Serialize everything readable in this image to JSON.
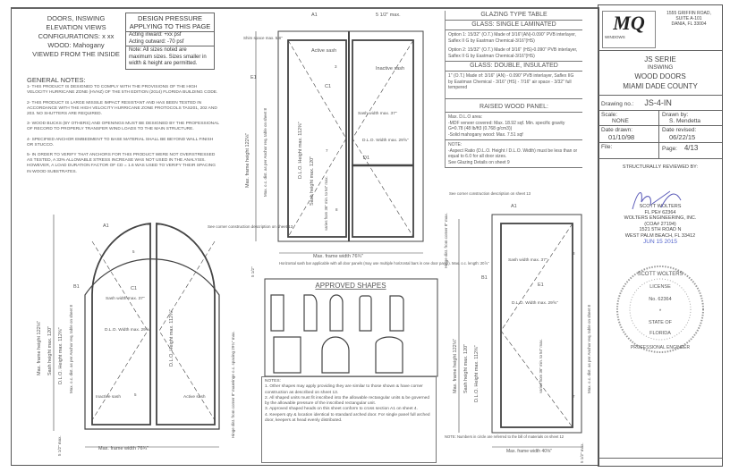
{
  "header": {
    "lines": [
      "DOORS, INSWING",
      "ELEVATION VIEWS",
      "CONFIGURATIONS: x xx",
      "WOOD: Mahogany",
      "VIEWED FROM THE INSIDE"
    ]
  },
  "design_pressure": {
    "title": "DESIGN PRESSURE APPLYING TO THIS PAGE",
    "inward": "Acting inward: +xx psf",
    "outward": "Acting outward: -70 psf",
    "note": "Note: All sizes noted are maximum sizes. Sizes smaller in width & height are permitted."
  },
  "general_notes": {
    "title": "GENERAL NOTES:",
    "items": [
      "1- THIS PRODUCT IS DESIGNED TO COMPLY WITH THE PROVISIONS OF THE HIGH VELOCITY HURRICANE ZONE (HVHZ) OF THE 5TH EDITION (2014) FLORIDA BUILDING CODE.",
      "2- THIS PRODUCT IS LARGE MISSILE IMPACT RESISTANT AND HAS BEEN TESTED IN ACCORDANCE WITH THE HIGH VELOCITY HURRICANE ZONE PROTOCOLS TAS201, 202 AND 203. NO SHUTTERS ARE REQUIRED.",
      "3- WOOD BUCKS (BY OTHERS) AND OPENINGS MUST BE DESIGNED BY THE PROFESSIONAL OF RECORD TO PROPERLY TRANSFER WIND LOADS TO THE MAIN STRUCTURE.",
      "4- SPECIFIED ANCHOR EMBEDMENT TO BASE MATERIAL SHALL BE BEYOND WALL FINISH OR STUCCO.",
      "5- IN ORDER TO VERIFY THAT ANCHORS FOR THIS PRODUCT WERE NOT OVERSTRESSED AS TESTED, A 33% ALLOWABLE STRESS INCREASE WAS NOT USED IN THE ANALYSIS. HOWEVER, A LOAD DURATION FACTOR OF CD = 1.6 WAS USED TO VERIFY THEIR SPACING IN WOOD SUBSTRATES."
    ]
  },
  "glazing_table": {
    "title": "GLAZING TYPE TABLE",
    "single_title": "GLASS: SINGLE LAMINATED",
    "option1": "Option 1: 15/32\" (O.T.) Made of 3/16\"(AN)-0.090\" PVB interlayer, Saflex II G by Eastman Chemical-3/16\"(HS)",
    "option2": "Option 2: 15/32\" (O.T.) Made of 3/16\" (HS)-0.090\" PVB interlayer, Saflex II G by Eastman Chemical-3/16\"(HS)",
    "double_title": "GLASS: DOUBLE, INSULATED",
    "double_desc": "1\" (O.T.) Made of: 3/16\" (AN) - 0.090\" PVB interlayer, Saflex IIG by Eastman Chemical - 3/16\" (HS) - 7/16\" air space - 3/32\" full tempered",
    "panel_title": "RAISED WOOD PANEL:",
    "panel_lines": [
      "Max. D.L.O area:",
      "-MDF veneer covered: Max. 18.92 sqf. Min. specific gravity G=0.78 (48 lb/ft3 (0.768 g/cm3))",
      "-Solid mahogany wood: Max. 7.51 sqf"
    ],
    "note_title": "NOTE:",
    "note_lines": [
      "-Aspect Ratio (D.L.O. Height / D.L.O. Width) must be less than or equal to 6.0 for all door sizes.",
      "See Glazing Details on sheet 9"
    ]
  },
  "title_block": {
    "address": [
      "1555 GRIFFIN ROAD,",
      "SUITE A-101",
      "DANIA, FL 33004"
    ],
    "logo_text": "MQ",
    "logo_sub": "WINDOWS",
    "title": [
      "JS SERIE",
      "INSWING",
      "WOOD DOORS",
      "MIAMI DADE COUNTY"
    ],
    "drawing_no_label": "Drawing no.:",
    "drawing_no": "JS-4-IN",
    "scale_label": "Scale:",
    "scale": "NONE",
    "drawn_by_label": "Drawn by:",
    "drawn_by": "S. Mendetta",
    "date_drawn_label": "Date drawn:",
    "date_drawn": "01/10/98",
    "date_revised_label": "Date revised:",
    "date_revised": "06/22/15",
    "file_label": "File:",
    "page_label": "Page:",
    "page": "4/13",
    "reviewed_label": "STRUCTURALLY REVIEWED BY:",
    "engineer": "SCOTT WOLTERS",
    "license": "FL PE# 62364",
    "company": "WOLTERS ENGINEERING, INC.",
    "coa": "(COA# 27194)",
    "street": "1521 5TH ROAD N",
    "city": "WEST PALM BEACH, FL 33412",
    "stamp_date": "JUN 15 2015",
    "seal_top": "SCOTT WOLTERS",
    "seal_license": "LICENSE",
    "seal_no": "No. 62364",
    "seal_state": "STATE OF",
    "seal_fl": "FLORIDA",
    "seal_bottom": "PROFESSIONAL ENGINEER"
  },
  "double_door": {
    "callouts": [
      "A1",
      "E1",
      "C1",
      "D1"
    ],
    "shim": "Shim space max. 5/8\"",
    "active": "Active sash",
    "inactive": "Inactive sash",
    "sash_width": "Sash width max. 37\"",
    "dlo_width": "D.L.O. Width max. 29⅝\"",
    "top_dim": "5 1/2\" max.",
    "frame_height": "Max. frame height 122⅛\"",
    "sash_height": "Sash height max. 120\"",
    "dlo_height": "D.L.O. Height max. 112⅜\"",
    "anchor": "Max. o.c. dist. as per Anchor req. table on sheet 8",
    "handle": "varies from 36\" min. to 54\" max.",
    "frame_width": "Max. frame width 76¾\"",
    "bar_note": "Horizontal sash bar applicable with all door panels (may use multiple horizontal bars in one door panel). Max. o.c. length: 20⅞\"",
    "parts": [
      "3",
      "7",
      "8"
    ]
  },
  "arched_door": {
    "callouts": [
      "A1",
      "B1",
      "C1"
    ],
    "corner_note": "See corner construction description on sheet 13",
    "sash_width": "Sash width max. 37\"",
    "dlo_width": "D.L.O. Width max. 29⅝\"",
    "frame_height": "Max. frame height 122⅛\"",
    "sash_height": "Sash height max. 120\"",
    "dlo_height": "D.L.O. Height max. 112⅜\"",
    "anchor": "Max. o.c. dist. as per Anchor req. table on sheet 8",
    "dlo_height_right": "D.L.O. Height max. 112⅜\"",
    "hinge_spacing": "Hinge o.c. spacing 29¾\" max.",
    "hinge_corner": "Hinge dist. from corner 8\" max.",
    "inactive": "Inactive sash",
    "active": "Active sash",
    "frame_width": "Max. frame width 76¾\"",
    "bottom_dim": "5 1/2\" max.",
    "right_dim": "5 1/2\"",
    "parts": [
      "5",
      "5"
    ]
  },
  "single_door": {
    "callouts": [
      "A1",
      "B1",
      "E1"
    ],
    "corner_note": "See corner construction description on sheet 13",
    "sash_width": "Sash width max. 37\"",
    "dlo_width": "D.L.O. Width max. 29⅝\"",
    "frame_height": "Max. frame height 122⅛\"",
    "sash_height": "Sash height max. 120\"",
    "dlo_height": "D.L.O. Height max. 112⅜\"",
    "handle": "varies from 36\" min. to 54\" max.",
    "anchor": "Max. o.c. dist. as per Anchor req. table on sheet 8",
    "hinge_corner": "Hinge dist. from corner 8\" max.",
    "frame_width": "Max. frame width 40⅝\"",
    "bottom_dim": "5 1/2\" max.",
    "note": "NOTE: Numbers in circle are referred to the bill of materials on sheet 12",
    "parts": [
      "3",
      "7"
    ]
  },
  "approved_shapes": {
    "title": "APPROVED SHAPES"
  },
  "notes": {
    "title": "NOTES:",
    "items": [
      "1. Other shapes may apply providing they are similar to those shown & have corner construction as described on sheet 13.",
      "2. All shaped units must fit inscribed into the allowable rectangular units & be governed by the allowable pressure of the inscribed rectangular unit.",
      "3. Approved shaped heads on this sheet conform to cross section A1 on sheet 4.",
      "4. Keepers qty & location identical to standard arched door. For single panel full arched door, keepers at head evenly distributed."
    ]
  }
}
